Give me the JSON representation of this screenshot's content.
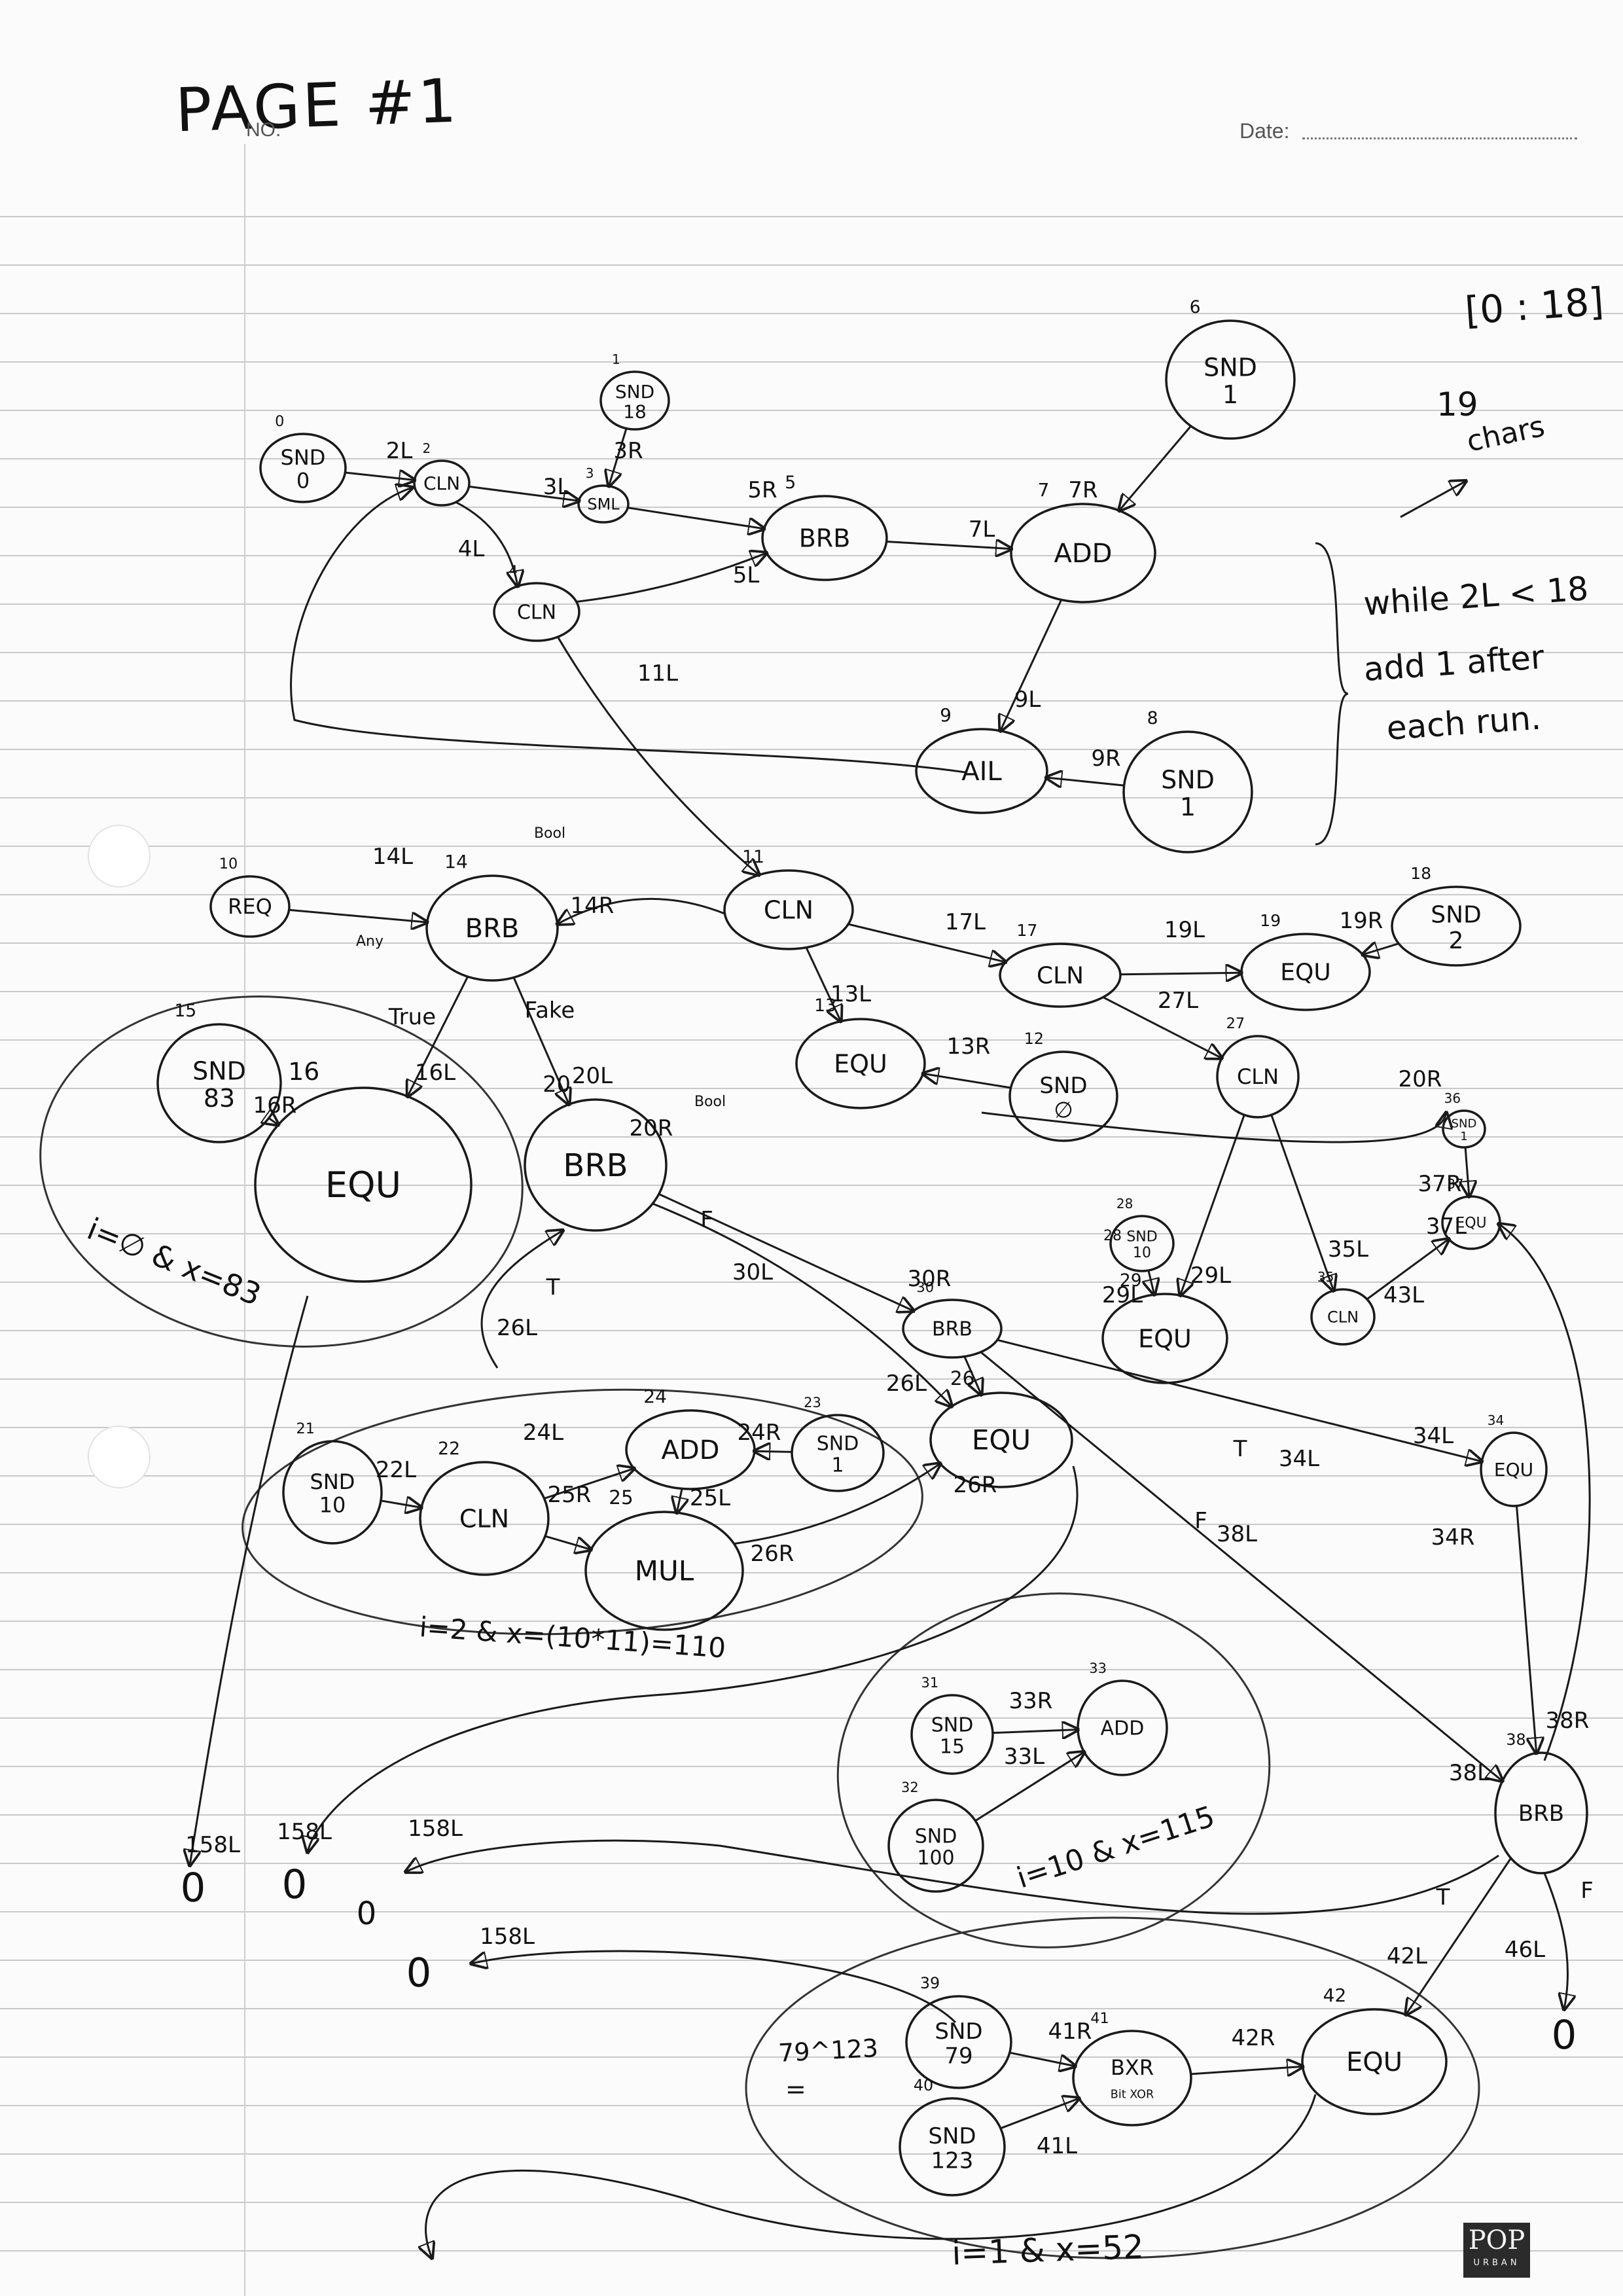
{
  "header": {
    "title": "PAGE #1",
    "no_label": "NO.",
    "date_label": "Date:"
  },
  "brand": {
    "line1": "POP",
    "line2": "URBAN"
  },
  "notes": {
    "range": "[0 : 18]",
    "chars_count": "19",
    "chars_label": "chars",
    "loop_line1": "while 2L < 18",
    "loop_line2": "add 1 after",
    "loop_line3": "each run.",
    "cond_16": "i=∅ & x=83",
    "cond_21": "i=2 & x=(10*11)=110",
    "cond_31": "i=10 & x=115",
    "cond_39": "i=1 & x=52",
    "xor_expr": "79^123",
    "xor_eq": "="
  },
  "nodes": [
    {
      "id": "0",
      "line1": "SND",
      "line2": "0"
    },
    {
      "id": "1",
      "line1": "SND",
      "line2": "18"
    },
    {
      "id": "2",
      "line1": "CLN",
      "line2": ""
    },
    {
      "id": "3",
      "line1": "SML",
      "line2": ""
    },
    {
      "id": "4",
      "line1": "CLN",
      "line2": ""
    },
    {
      "id": "5",
      "line1": "BRB",
      "line2": ""
    },
    {
      "id": "6",
      "line1": "SND",
      "line2": "1"
    },
    {
      "id": "7",
      "line1": "ADD",
      "line2": ""
    },
    {
      "id": "8",
      "line1": "SND",
      "line2": "1"
    },
    {
      "id": "9",
      "line1": "AIL",
      "line2": ""
    },
    {
      "id": "10",
      "line1": "REQ",
      "line2": ""
    },
    {
      "id": "11",
      "line1": "CLN",
      "line2": ""
    },
    {
      "id": "12",
      "line1": "SND",
      "line2": "∅"
    },
    {
      "id": "13",
      "line1": "EQU",
      "line2": ""
    },
    {
      "id": "14",
      "line1": "BRB",
      "line2": ""
    },
    {
      "id": "15",
      "line1": "SND",
      "line2": "83"
    },
    {
      "id": "16",
      "line1": "EQU",
      "line2": ""
    },
    {
      "id": "17",
      "line1": "CLN",
      "line2": ""
    },
    {
      "id": "18",
      "line1": "SND",
      "line2": "2"
    },
    {
      "id": "19",
      "line1": "EQU",
      "line2": ""
    },
    {
      "id": "20",
      "line1": "BRB",
      "line2": ""
    },
    {
      "id": "21",
      "line1": "SND",
      "line2": "10"
    },
    {
      "id": "22",
      "line1": "CLN",
      "line2": ""
    },
    {
      "id": "23",
      "line1": "SND",
      "line2": "1"
    },
    {
      "id": "24",
      "line1": "ADD",
      "line2": ""
    },
    {
      "id": "25",
      "line1": "MUL",
      "line2": ""
    },
    {
      "id": "26",
      "line1": "EQU",
      "line2": ""
    },
    {
      "id": "27",
      "line1": "CLN",
      "line2": ""
    },
    {
      "id": "28",
      "line1": "SND",
      "line2": "10"
    },
    {
      "id": "29",
      "line1": "EQU",
      "line2": ""
    },
    {
      "id": "30",
      "line1": "BRB",
      "line2": ""
    },
    {
      "id": "31",
      "line1": "SND",
      "line2": "15"
    },
    {
      "id": "32",
      "line1": "SND",
      "line2": "100"
    },
    {
      "id": "33",
      "line1": "ADD",
      "line2": ""
    },
    {
      "id": "34",
      "line1": "EQU",
      "line2": ""
    },
    {
      "id": "35",
      "line1": "CLN",
      "line2": ""
    },
    {
      "id": "36",
      "line1": "SND",
      "line2": "1"
    },
    {
      "id": "37",
      "line1": "EQU",
      "line2": ""
    },
    {
      "id": "38",
      "line1": "BRB",
      "line2": ""
    },
    {
      "id": "39",
      "line1": "SND",
      "line2": "79"
    },
    {
      "id": "40",
      "line1": "SND",
      "line2": "123"
    },
    {
      "id": "41",
      "line1": "BXR",
      "line2": "Bit XOR"
    },
    {
      "id": "42",
      "line1": "EQU",
      "line2": ""
    }
  ],
  "edge_labels": [
    "2L",
    "3L",
    "3R",
    "4L",
    "5R",
    "5L",
    "7L",
    "7R",
    "9L",
    "9R",
    "11L",
    "14L",
    "Any",
    "14R",
    "Bool",
    "True",
    "Fake",
    "16L",
    "16R",
    "13L",
    "13R",
    "17L",
    "19L",
    "19R",
    "27L",
    "20L",
    "20R",
    "Bool",
    "20R",
    "F",
    "30L",
    "T",
    "26L",
    "30R",
    "28",
    "29L",
    "29L",
    "35L",
    "37L",
    "37R",
    "43L",
    "26L",
    "24L",
    "24R",
    "22L",
    "25R",
    "25L",
    "26R",
    "26R",
    "T",
    "34L",
    "F",
    "38L",
    "34L",
    "34R",
    "33R",
    "33L",
    "38L",
    "38R",
    "158L",
    "158L",
    "158L",
    "158L",
    "41R",
    "41L",
    "42R",
    "42L",
    "T",
    "46L",
    "F"
  ],
  "outputs": [
    "0",
    "0",
    "0",
    "0",
    "0"
  ]
}
